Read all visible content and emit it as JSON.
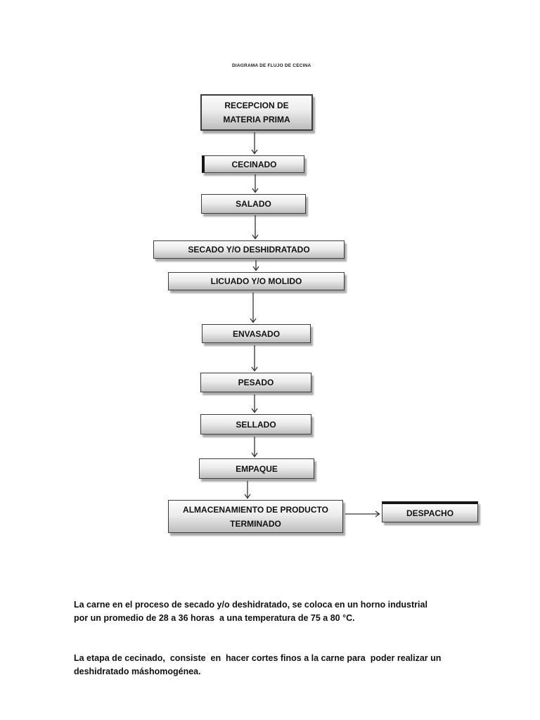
{
  "title": "DIAGRAMA DE FLUJO DE CECINA",
  "flowchart": {
    "nodes": [
      {
        "id": "recepcion",
        "label": "RECEPCION DE MATERIA PRIMA"
      },
      {
        "id": "cecinado",
        "label": "CECINADO"
      },
      {
        "id": "salado",
        "label": "SALADO"
      },
      {
        "id": "secado",
        "label": "SECADO Y/O DESHIDRATADO"
      },
      {
        "id": "licuado",
        "label": "LICUADO Y/O MOLIDO"
      },
      {
        "id": "envasado",
        "label": "ENVASADO"
      },
      {
        "id": "pesado",
        "label": "PESADO"
      },
      {
        "id": "sellado",
        "label": "SELLADO"
      },
      {
        "id": "empaque",
        "label": "EMPAQUE"
      },
      {
        "id": "almacenamiento",
        "label": "ALMACENAMIENTO DE PRODUCTO TERMINADO"
      },
      {
        "id": "despacho",
        "label": "DESPACHO"
      }
    ],
    "edges": [
      {
        "from": "RECEPCION DE MATERIA PRIMA",
        "to": "CECINADO"
      },
      {
        "from": "CECINADO",
        "to": "SALADO"
      },
      {
        "from": "SALADO",
        "to": "SECADO Y/O DESHIDRATADO"
      },
      {
        "from": "SECADO Y/O DESHIDRATADO",
        "to": "LICUADO Y/O MOLIDO"
      },
      {
        "from": "LICUADO Y/O MOLIDO",
        "to": "ENVASADO"
      },
      {
        "from": "ENVASADO",
        "to": "PESADO"
      },
      {
        "from": "PESADO",
        "to": "SELLADO"
      },
      {
        "from": "SELLADO",
        "to": "EMPAQUE"
      },
      {
        "from": "EMPAQUE",
        "to": "ALMACENAMIENTO DE PRODUCTO TERMINADO"
      },
      {
        "from": "ALMACENAMIENTO DE PRODUCTO TERMINADO",
        "to": "DESPACHO"
      }
    ],
    "colors": {
      "node_fill_top": "#fcfcfc",
      "node_fill_bottom": "#bdbdbd",
      "node_border": "#3c3c3c",
      "node_shadow": "#a8a8a8",
      "arrow": "#333333",
      "text": "#111111",
      "background": "#ffffff"
    }
  },
  "notes": {
    "paragraphs": [
      "La carne en el proceso de secado y/o deshidratado, se coloca en un horno industrial  por un promedio de 28 a 36 horas  a una temperatura de 75 a 80 °C.",
      "La etapa de cecinado,  consiste  en  hacer cortes finos a la carne para  poder realizar un deshidratado máshomogénea."
    ]
  }
}
